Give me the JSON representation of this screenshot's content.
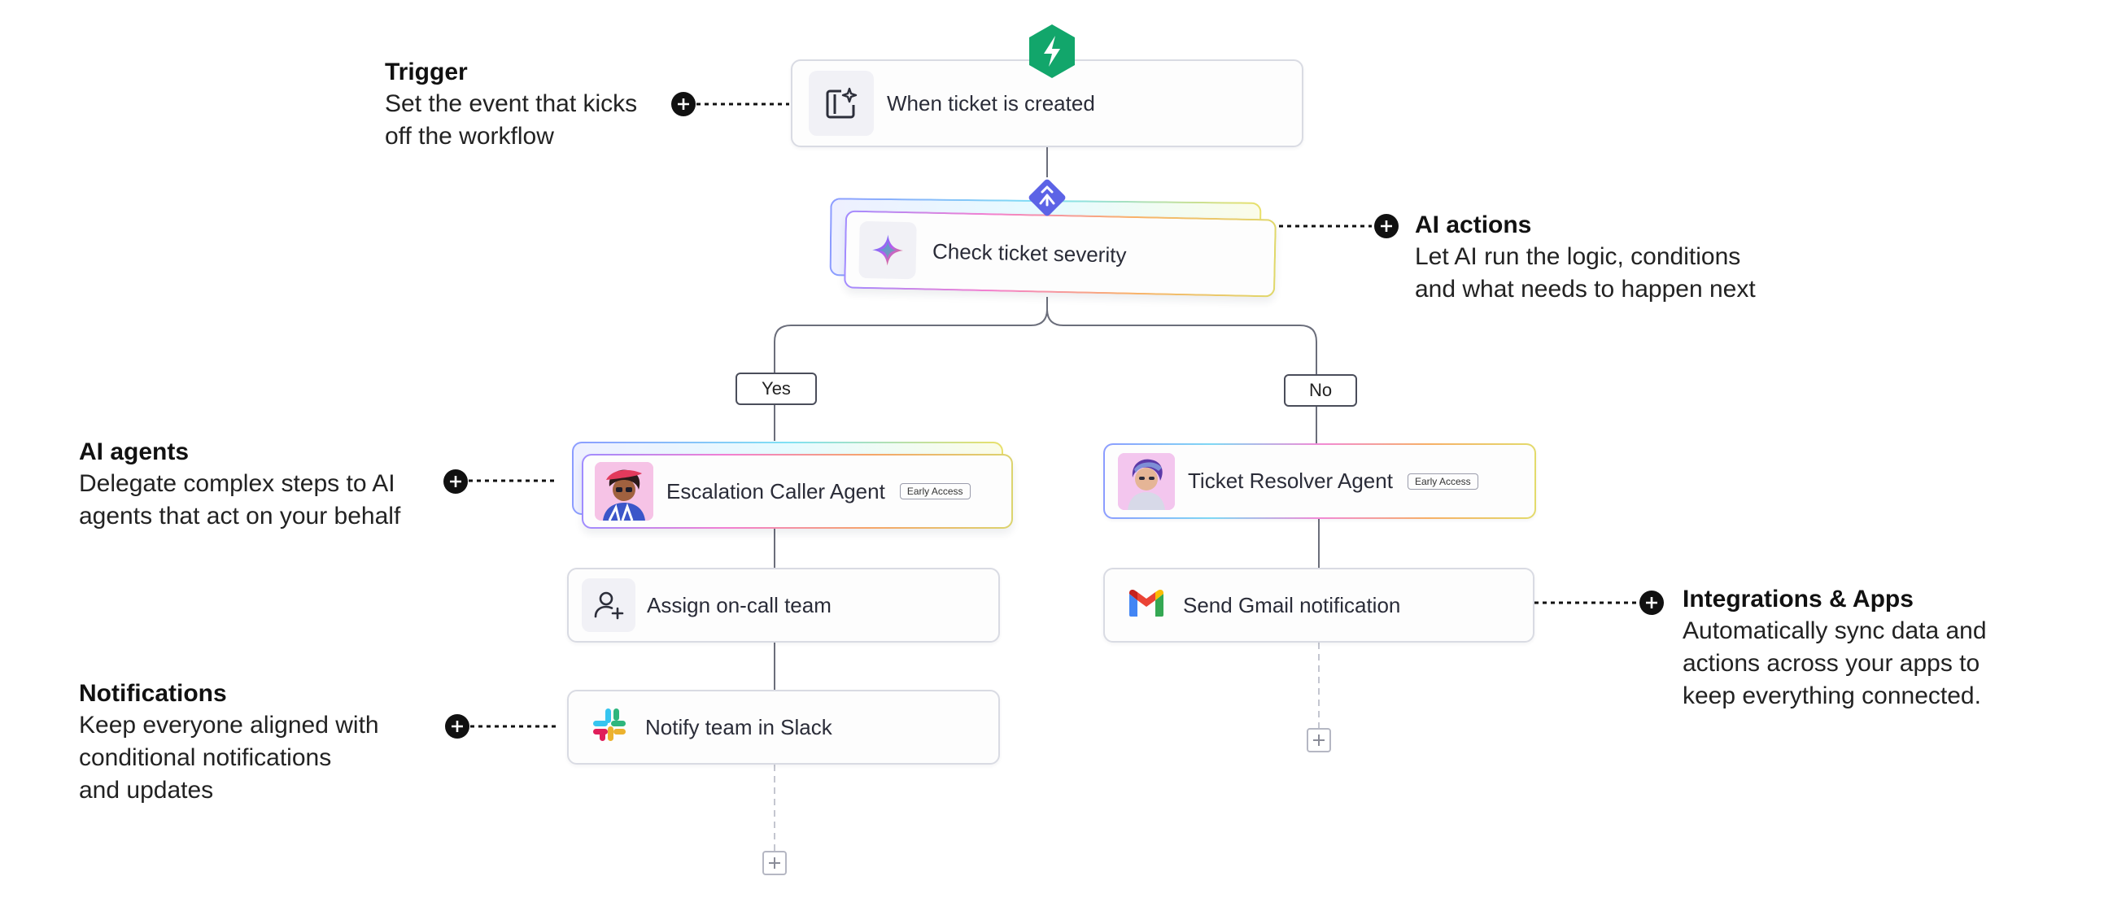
{
  "annotations": {
    "trigger": {
      "title": "Trigger",
      "description": "Set the event that kicks\noff the workflow"
    },
    "ai_actions": {
      "title": "AI actions",
      "description": "Let AI run the logic, conditions\nand what needs to happen next"
    },
    "ai_agents": {
      "title": "AI agents",
      "description": "Delegate complex steps to AI\nagents that act on your behalf"
    },
    "notifications": {
      "title": "Notifications",
      "description": "Keep everyone aligned with\nconditional notifications\nand updates"
    },
    "integrations": {
      "title": "Integrations & Apps",
      "description": "Automatically sync data and\nactions across your apps to\nkeep everything connected."
    }
  },
  "workflow": {
    "trigger_step": {
      "label": "When ticket is created",
      "icon": "lightning-icon"
    },
    "ai_step": {
      "label": "Check ticket severity",
      "icon": "ai-sparkle-icon"
    },
    "branches": {
      "yes": "Yes",
      "no": "No"
    },
    "yes_agent": {
      "label": "Escalation Caller Agent",
      "badge": "Early Access"
    },
    "no_agent": {
      "label": "Ticket Resolver Agent",
      "badge": "Early Access"
    },
    "assign_step": {
      "label": "Assign on-call team",
      "icon": "user-add-icon"
    },
    "slack_step": {
      "label": "Notify team in Slack",
      "icon": "slack-icon"
    },
    "gmail_step": {
      "label": "Send Gmail notification",
      "icon": "gmail-icon"
    }
  },
  "colors": {
    "trigger_badge": "#12a66b",
    "condition_diamond": "#5c63e6",
    "connector": "#6b6e7b"
  }
}
